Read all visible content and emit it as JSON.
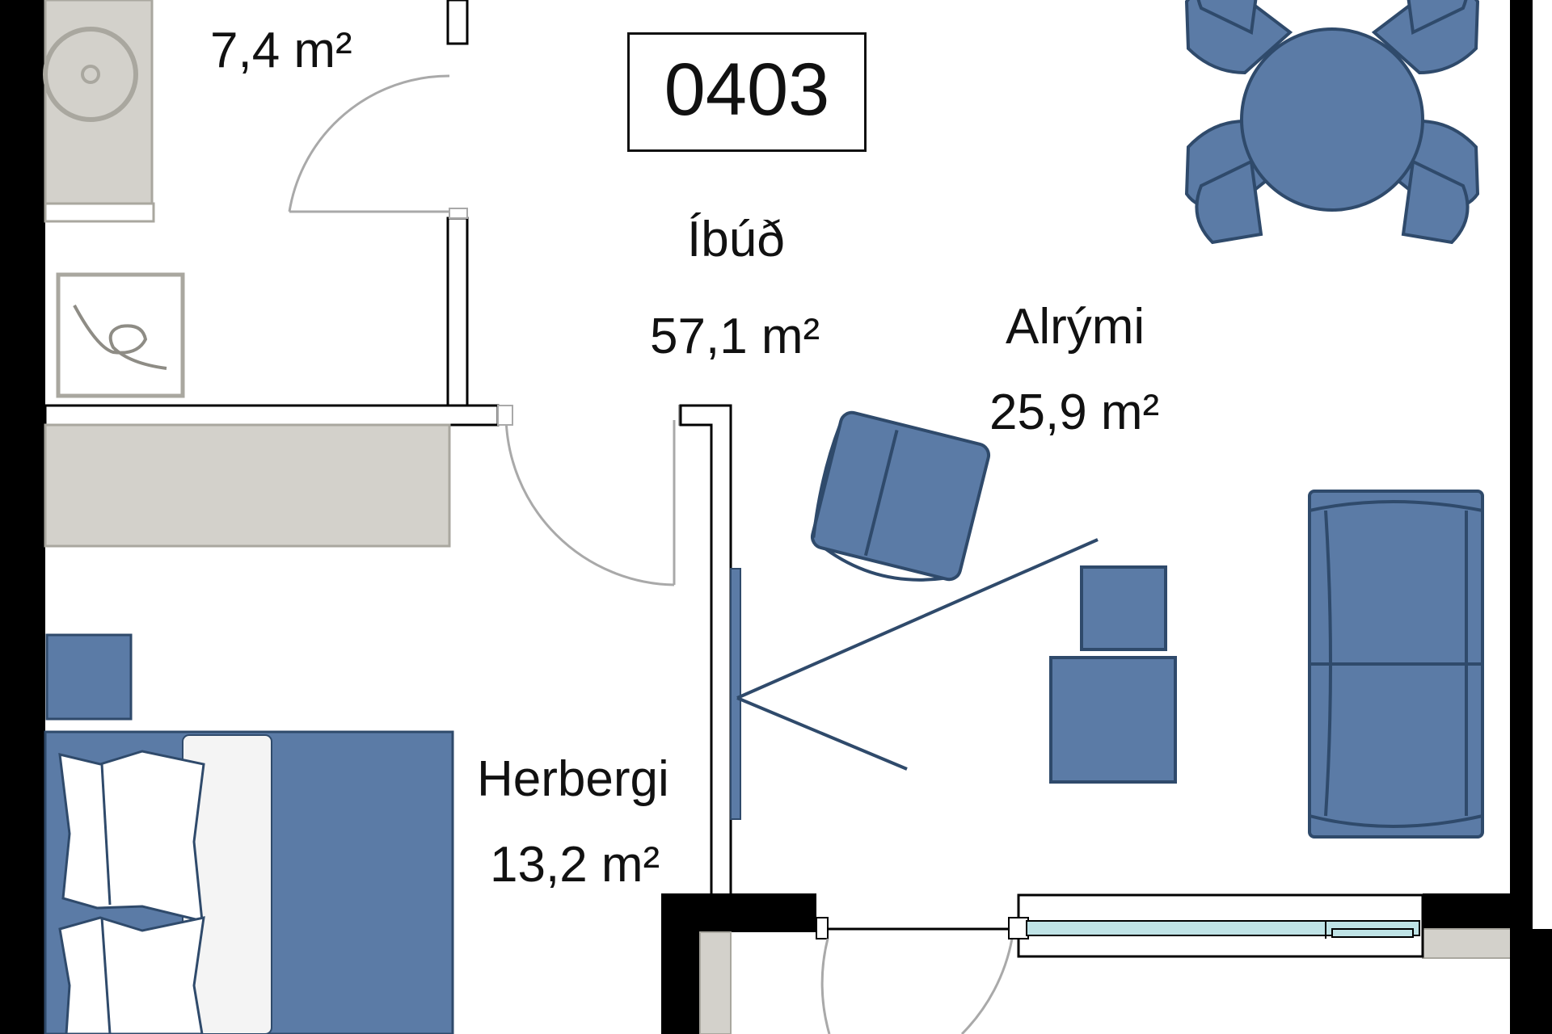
{
  "unit": {
    "number": "0403"
  },
  "rooms": {
    "bath_area": "7,4 m²",
    "apartment_label": "Íbúð",
    "apartment_area": "57,1 m²",
    "living_label": "Alrými",
    "living_area": "25,9 m²",
    "bedroom_label": "Herbergi",
    "bedroom_area": "13,2 m²"
  },
  "colors": {
    "furniture": "#5b7ba6",
    "furniture_stroke": "#2f4a6b",
    "wall": "#000000",
    "fixture_fill": "#d3d1cb",
    "fixture_stroke": "#a9a79f",
    "glass": "#bfe3e6",
    "door_arc": "#a9a9a9"
  },
  "icons": [
    "sink-icon",
    "washer-icon",
    "door-swing-icon",
    "dining-table-icon",
    "armchair-icon",
    "sofa-icon",
    "bed-icon",
    "tv-icon"
  ]
}
